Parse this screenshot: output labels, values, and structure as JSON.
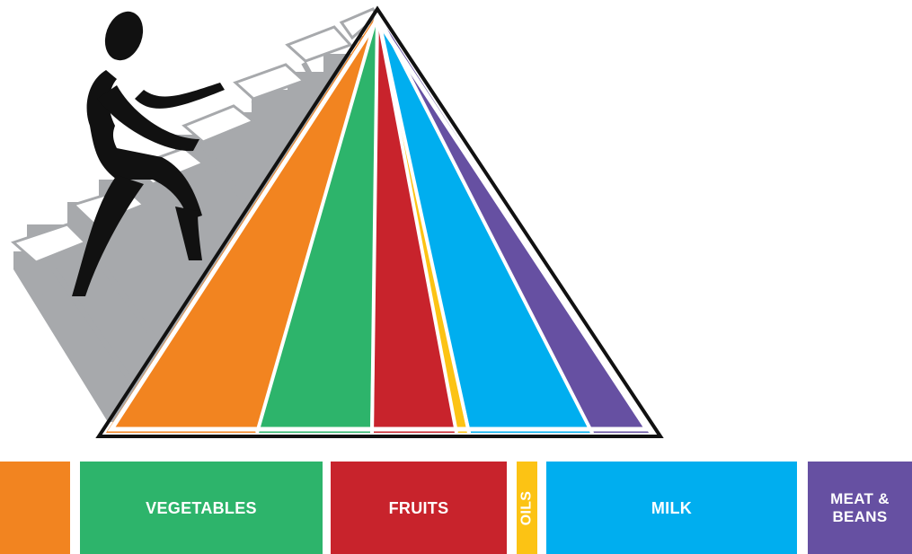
{
  "colors": {
    "grains": "#f28420",
    "vegetables": "#2db46b",
    "fruits": "#c8232c",
    "oils": "#fcc314",
    "milk": "#00aeef",
    "meat_beans": "#6650a2",
    "stairs_shadow": "#a7a9ac",
    "outline": "#111111"
  },
  "food_groups": [
    {
      "key": "grains",
      "label": ""
    },
    {
      "key": "vegetables",
      "label": "VEGETABLES"
    },
    {
      "key": "fruits",
      "label": "FRUITS"
    },
    {
      "key": "oils",
      "label": "OILS"
    },
    {
      "key": "milk",
      "label": "MILK"
    },
    {
      "key": "meat_beans",
      "label": "MEAT &\nBEANS"
    }
  ],
  "illustration": {
    "figure": "person-climbing-stairs-icon",
    "stairs": "staircase-icon",
    "pyramid": "food-pyramid-icon"
  }
}
